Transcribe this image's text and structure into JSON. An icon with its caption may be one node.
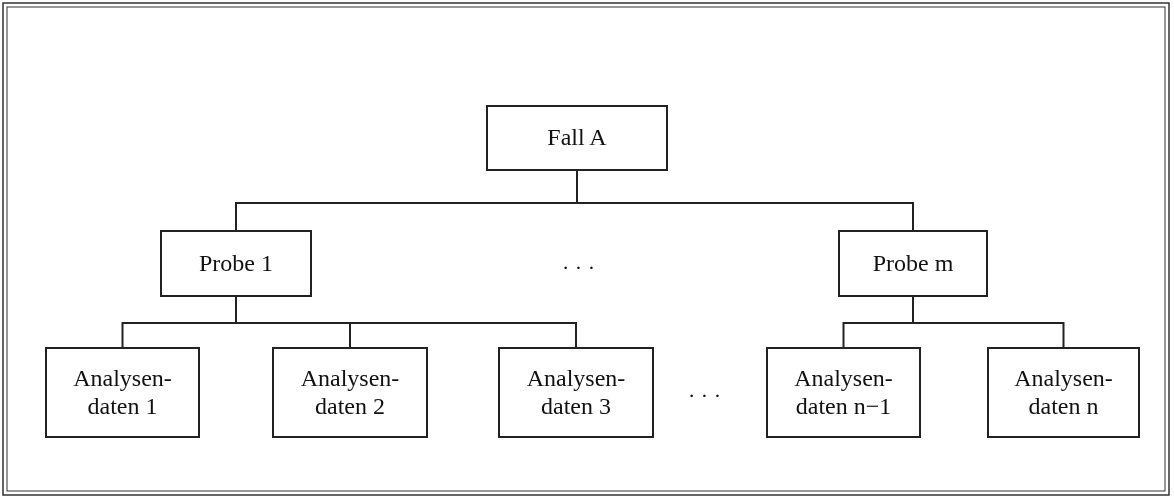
{
  "diagram": {
    "nodes": [
      {
        "text": [
          "Fall A"
        ]
      },
      {
        "text": [
          "Probe 1"
        ]
      },
      {
        "text": [
          "Probe m"
        ]
      },
      {
        "text": [
          "Analysen- daten 1"
        ]
      },
      {
        "text": [
          "Analysen- daten 2"
        ]
      },
      {
        "text": [
          "Analysen- daten 3"
        ]
      },
      {
        "text": [
          "Analysen- daten n−1"
        ]
      },
      {
        "text": [
          "Analysen- daten n"
        ]
      }
    ],
    "edges": [
      {
        "from": 0,
        "to": 1,
        "arrow": "none"
      },
      {
        "from": 0,
        "to": 2,
        "arrow": "none"
      },
      {
        "from": 1,
        "to": 3,
        "arrow": "none"
      },
      {
        "from": 1,
        "to": 4,
        "arrow": "none"
      },
      {
        "from": 1,
        "to": 5,
        "arrow": "none"
      },
      {
        "from": 2,
        "to": 6,
        "arrow": "none"
      },
      {
        "from": 2,
        "to": 7,
        "arrow": "none"
      }
    ],
    "labels": [
      "· · ·",
      "· · ·"
    ]
  }
}
